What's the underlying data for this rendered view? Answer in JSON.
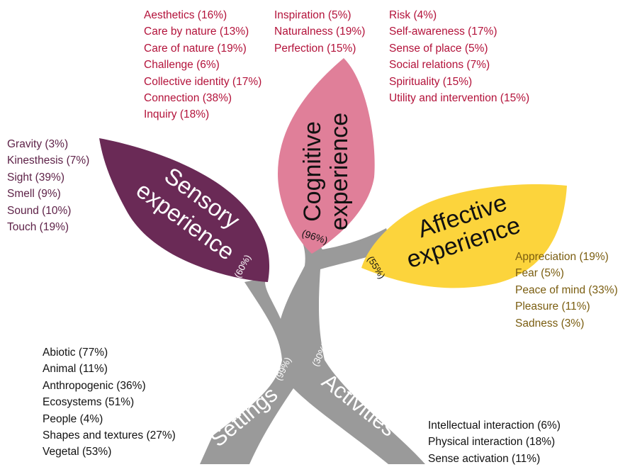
{
  "colors": {
    "cognitive": "#e07f99",
    "sensory": "#6a2a56",
    "affective": "#fcd43c",
    "trunk": "#9a9a9a",
    "cognitive_text": "#b3123a",
    "sensory_text": "#5e2248",
    "affective_text": "#7a5d10"
  },
  "leaves": {
    "cognitive": {
      "title_line1": "Cognitive",
      "title_line2": "experience",
      "pct": "(96%)"
    },
    "sensory": {
      "title_line1": "Sensory",
      "title_line2": "experience",
      "pct": "(60%)"
    },
    "affective": {
      "title_line1": "Affective",
      "title_line2": "experience",
      "pct": "(55%)"
    }
  },
  "branches": {
    "settings": {
      "title": "Settings",
      "pct": "(99%)"
    },
    "activities": {
      "title": "Activities",
      "pct": "(30%)"
    }
  },
  "cognitive_lists": {
    "col1": [
      "Aesthetics (16%)",
      "Care by nature (13%)",
      "Care of nature (19%)",
      "Challenge (6%)",
      "Collective identity (17%)",
      "Connection (38%)",
      "Inquiry (18%)"
    ],
    "col2": [
      "Inspiration (5%)",
      "Naturalness (19%)",
      "Perfection (15%)"
    ],
    "col3": [
      "Risk (4%)",
      "Self-awareness (17%)",
      "Sense of place (5%)",
      "Social relations (7%)",
      "Spirituality (15%)",
      "Utility and intervention (15%)"
    ]
  },
  "sensory_list": [
    "Gravity (3%)",
    "Kinesthesis (7%)",
    "Sight (39%)",
    "Smell (9%)",
    "Sound (10%)",
    "Touch (19%)"
  ],
  "affective_list": [
    "Appreciation (19%)",
    "Fear (5%)",
    "Peace of mind (33%)",
    "Pleasure (11%)",
    "Sadness (3%)"
  ],
  "settings_list": [
    "Abiotic (77%)",
    "Animal (11%)",
    "Anthropogenic (36%)",
    "Ecosystems (51%)",
    "People (4%)",
    "Shapes and textures (27%)",
    "Vegetal (53%)"
  ],
  "activities_list": [
    "Intellectual interaction (6%)",
    "Physical interaction (18%)",
    "Sense activation (11%)"
  ]
}
